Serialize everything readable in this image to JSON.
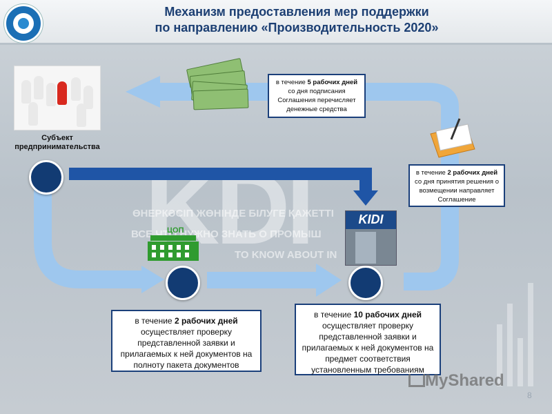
{
  "header": {
    "title_line1": "Механизм предоставления мер поддержки",
    "title_line2": "по направлению «Производительность 2020»"
  },
  "subject": {
    "label_line1": "Субъект",
    "label_line2": "предпринимательства"
  },
  "steps": {
    "transfer": {
      "prefix": "в течение ",
      "days": "5 рабочих дней",
      "rest": " со дня подписания Соглашения перечисляет денежные средства"
    },
    "agreement": {
      "prefix": "в течение ",
      "days": "2 рабочих дней",
      "rest": " со дня принятия решения о возмещении направляет Соглашение"
    },
    "cop_check": {
      "prefix": "в течение ",
      "days": "2 рабочих дней",
      "rest": " осуществляет проверку представленной заявки и прилагаемых к ней документов на полноту пакета документов"
    },
    "kidi_check": {
      "prefix": "в течение ",
      "days": "10 рабочих дней",
      "rest": " осуществляет проверку представленной заявки и прилагаемых к ней документов на предмет соответствия установленным требованиям"
    }
  },
  "logos": {
    "cop": "ЦОП",
    "kidi": "KIDI"
  },
  "background": {
    "line1": "ӨНЕРКӘСІП ЖӨНІНДЕ БІЛУГЕ ҚАЖЕТТІ",
    "line2": "ВСЕ ЧТО НУЖНО ЗНАТЬ О ПРОМЫШ",
    "line3": "TO KNOW ABOUT IN"
  },
  "watermark": "MyShared",
  "page_number": "8",
  "colors": {
    "title": "#1c3f73",
    "node": "#123b73",
    "box_border": "#1a3f7a",
    "arrow_light": "#9ec7ee",
    "arrow_dark": "#1f55a6",
    "cop_green": "#2f9b2f"
  },
  "icons": [
    "logo",
    "people-icon",
    "money-icon",
    "folder-icon",
    "cop-building-icon",
    "kidi-building-icon",
    "cart-icon"
  ]
}
